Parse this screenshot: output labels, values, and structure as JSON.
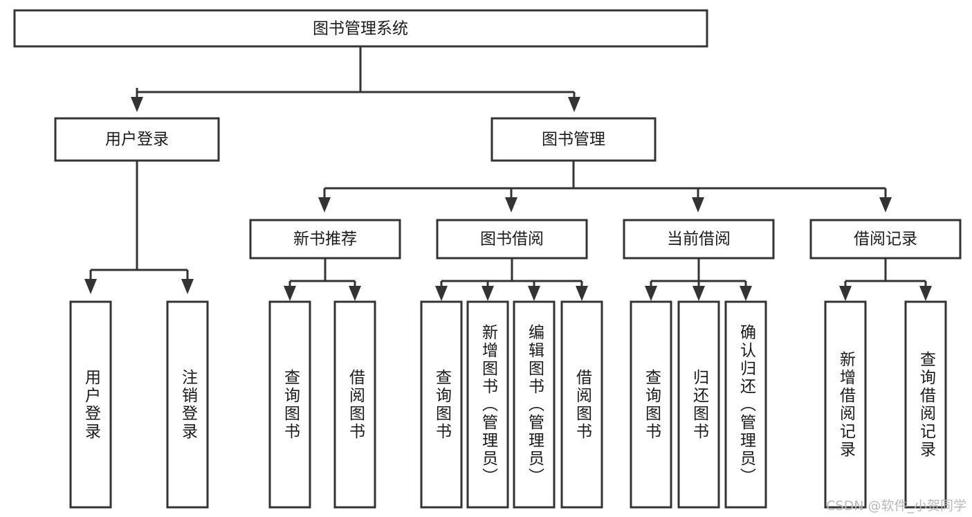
{
  "diagram": {
    "title": "图书管理系统",
    "type": "tree",
    "theme": {
      "background": "#ffffff",
      "box_fill": "#ffffff",
      "box_stroke": "#333333",
      "text_color": "#1a1a1a",
      "watermark_color": "#b9b9b9"
    },
    "root": {
      "label": "图书管理系统"
    },
    "level2": [
      {
        "key": "user_login",
        "label": "用户登录"
      },
      {
        "key": "book_manage",
        "label": "图书管理"
      }
    ],
    "level3": [
      {
        "key": "new_book_rec",
        "label": "新书推荐",
        "parent": "book_manage"
      },
      {
        "key": "book_borrow",
        "label": "图书借阅",
        "parent": "book_manage"
      },
      {
        "key": "current_borrow",
        "label": "当前借阅",
        "parent": "book_manage"
      },
      {
        "key": "borrow_record",
        "label": "借阅记录",
        "parent": "book_manage"
      }
    ],
    "leaves": [
      {
        "key": "leaf_user_login",
        "label": "用户登录",
        "parent": "user_login"
      },
      {
        "key": "leaf_user_logout",
        "label": "注销登录",
        "parent": "user_login"
      },
      {
        "key": "leaf_query_book_1",
        "label": "查询图书",
        "parent": "new_book_rec"
      },
      {
        "key": "leaf_borrow_book_1",
        "label": "借阅图书",
        "parent": "new_book_rec"
      },
      {
        "key": "leaf_query_book_2",
        "label": "查询图书",
        "parent": "book_borrow"
      },
      {
        "key": "leaf_add_book",
        "label": "新增图书（管理员）",
        "parent": "book_borrow"
      },
      {
        "key": "leaf_edit_book",
        "label": "编辑图书（管理员）",
        "parent": "book_borrow"
      },
      {
        "key": "leaf_borrow_book_2",
        "label": "借阅图书",
        "parent": "book_borrow"
      },
      {
        "key": "leaf_query_book_3",
        "label": "查询图书",
        "parent": "current_borrow"
      },
      {
        "key": "leaf_return_book",
        "label": "归还图书",
        "parent": "current_borrow"
      },
      {
        "key": "leaf_confirm_return",
        "label": "确认归还（管理员）",
        "parent": "current_borrow"
      },
      {
        "key": "leaf_add_record",
        "label": "新增借阅记录",
        "parent": "borrow_record"
      },
      {
        "key": "leaf_query_record",
        "label": "查询借阅记录",
        "parent": "borrow_record"
      }
    ]
  },
  "watermark": {
    "text": "CSDN @软件_小贺同学"
  }
}
